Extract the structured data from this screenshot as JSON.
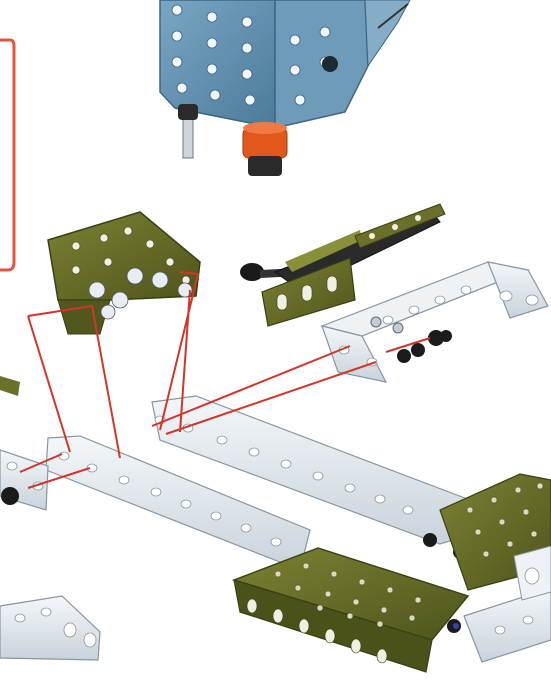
{
  "diagram": {
    "kind": "exploded assembly instruction illustration",
    "parts": [
      {
        "id": "motor-block",
        "color": "#5f8fb0",
        "accent": "#e2571c"
      },
      {
        "id": "upper-olive-bracket",
        "color": "#6b6f2a"
      },
      {
        "id": "black-angled-bracket",
        "color": "#222222"
      },
      {
        "id": "right-silver-angle-strip",
        "color": "#dfe6ec"
      },
      {
        "id": "long-diagonal-strip-upper",
        "color": "#dfe6ec"
      },
      {
        "id": "long-diagonal-strip-lower",
        "color": "#dfe6ec"
      },
      {
        "id": "olive-plate-front",
        "color": "#646a25"
      },
      {
        "id": "olive-plate-back",
        "color": "#646a25"
      },
      {
        "id": "lower-left-silver-angle",
        "color": "#dfe6ec"
      },
      {
        "id": "left-edge-silver-strip",
        "color": "#dfe6ec"
      }
    ],
    "guide_line_color": "#d2362a",
    "frame_color": "#e5553b"
  }
}
